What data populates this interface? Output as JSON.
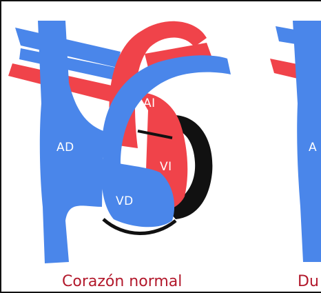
{
  "colors": {
    "oxygenated": "#f0434a",
    "deoxygenated": "#4a86ea",
    "outline": "#111111",
    "caption": "#b2182b"
  },
  "left_panel": {
    "labels": {
      "right_atrium": "AD",
      "left_atrium": "AI",
      "left_ventricle": "VI",
      "right_ventricle": "VD"
    },
    "caption": "Corazón normal"
  },
  "right_panel": {
    "visible_label": "A",
    "caption_fragment": "Du"
  }
}
